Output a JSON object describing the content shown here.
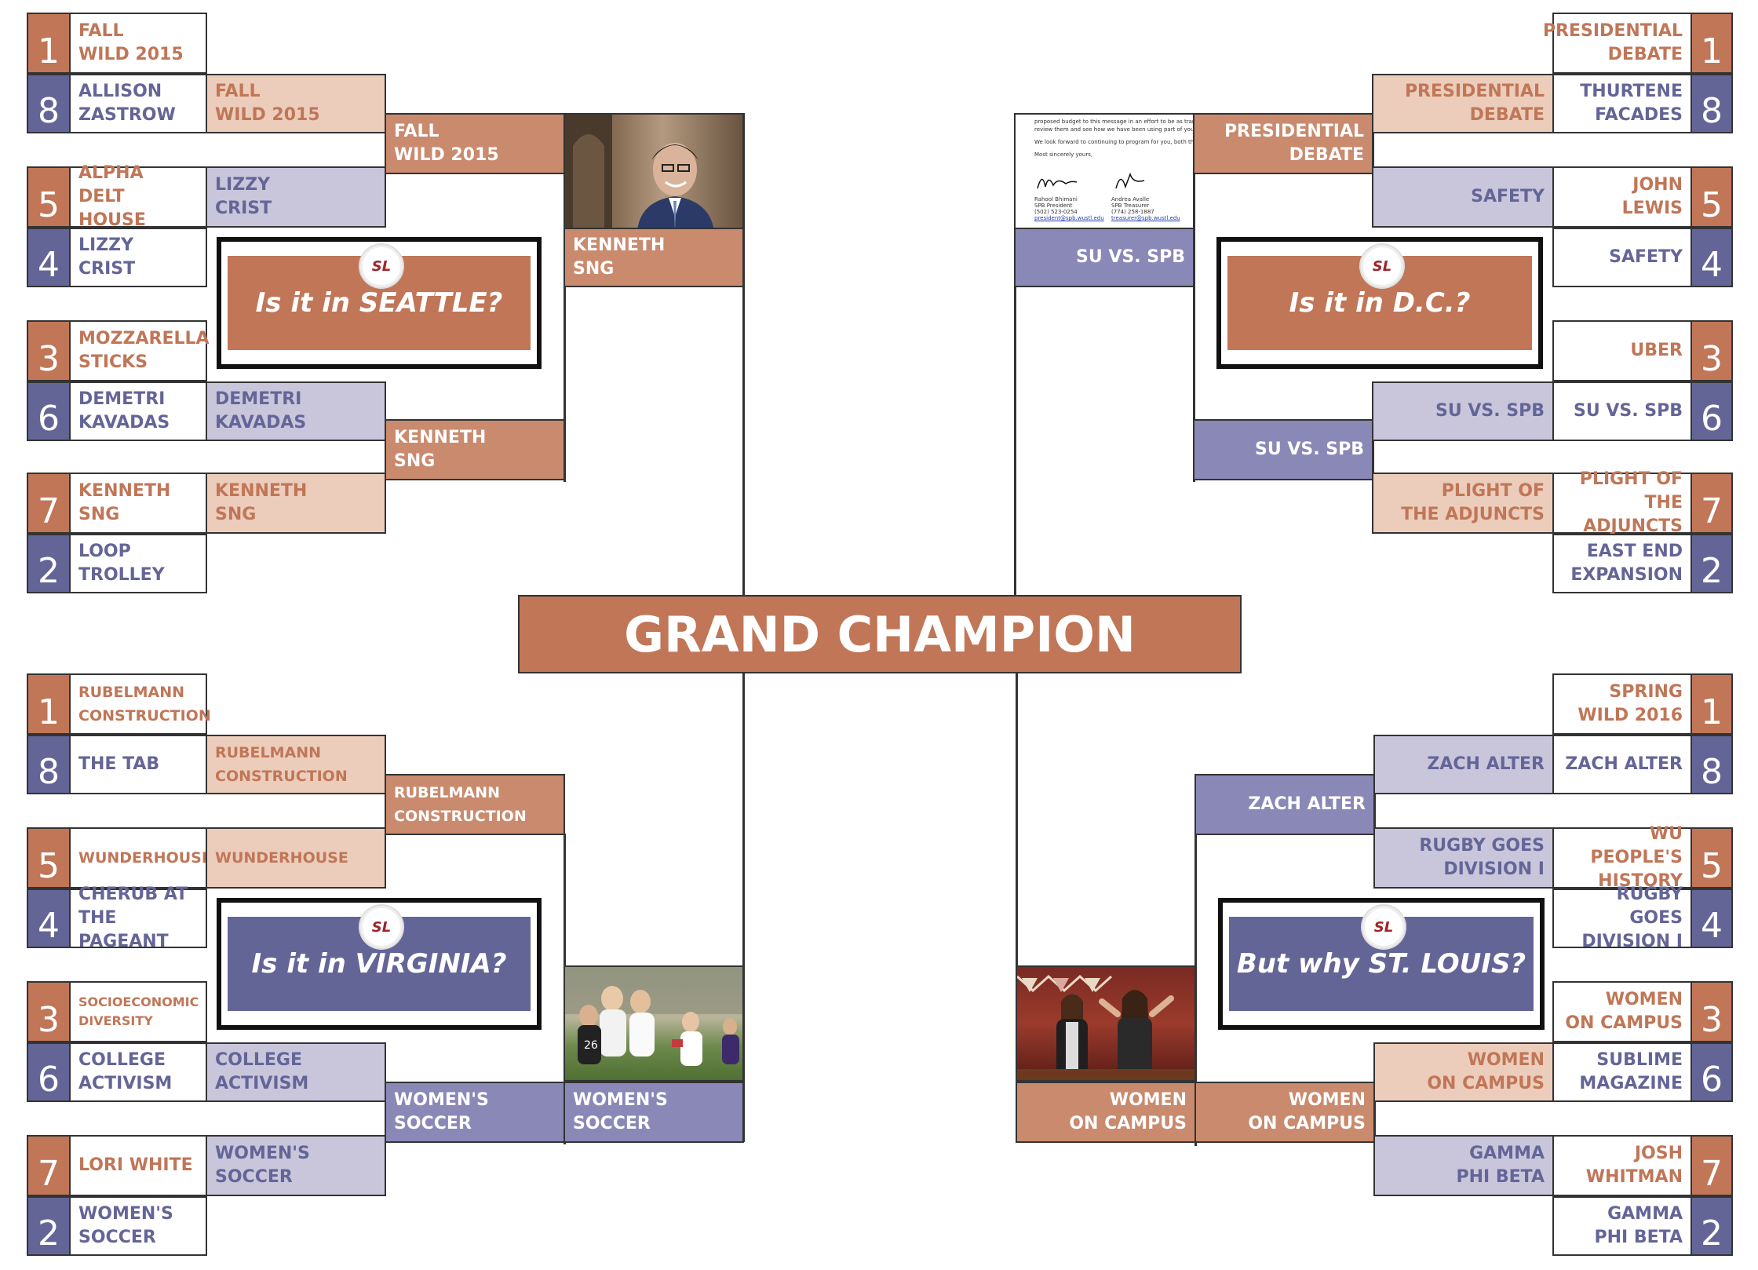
{
  "title": "GRAND CHAMPION",
  "badge": "SL",
  "questions": {
    "tl": "Is it in SEATTLE?",
    "tr": "Is it in D.C.?",
    "bl": "Is it in VIRGINIA?",
    "br": "But why ST. LOUIS?"
  },
  "tl": {
    "r1": [
      {
        "seed": "1",
        "l1": "FALL",
        "l2": "WILD 2015"
      },
      {
        "seed": "8",
        "l1": "ALLISON",
        "l2": "ZASTROW"
      },
      {
        "seed": "5",
        "l1": "ALPHA",
        "l2": "DELT HOUSE"
      },
      {
        "seed": "4",
        "l1": "LIZZY",
        "l2": "CRIST"
      },
      {
        "seed": "3",
        "l1": "MOZZARELLA",
        "l2": "STICKS"
      },
      {
        "seed": "6",
        "l1": "DEMETRI",
        "l2": "KAVADAS"
      },
      {
        "seed": "7",
        "l1": "KENNETH",
        "l2": "SNG"
      },
      {
        "seed": "2",
        "l1": "LOOP",
        "l2": "TROLLEY"
      }
    ],
    "r2": [
      {
        "l1": "FALL",
        "l2": "WILD 2015"
      },
      {
        "l1": "LIZZY",
        "l2": "CRIST"
      },
      {
        "l1": "DEMETRI",
        "l2": "KAVADAS"
      },
      {
        "l1": "KENNETH",
        "l2": "SNG"
      }
    ],
    "r3": [
      {
        "l1": "FALL",
        "l2": "WILD 2015"
      },
      {
        "l1": "KENNETH",
        "l2": "SNG"
      }
    ],
    "r4": {
      "l1": "KENNETH",
      "l2": "SNG"
    }
  },
  "tr": {
    "r1": [
      {
        "seed": "1",
        "l1": "PRESIDENTIAL",
        "l2": "DEBATE"
      },
      {
        "seed": "8",
        "l1": "THURTENE",
        "l2": "FACADES"
      },
      {
        "seed": "5",
        "l1": "JOHN",
        "l2": "LEWIS"
      },
      {
        "seed": "4",
        "l1": "SAFETY",
        "l2": ""
      },
      {
        "seed": "3",
        "l1": "UBER",
        "l2": ""
      },
      {
        "seed": "6",
        "l1": "SU VS. SPB",
        "l2": ""
      },
      {
        "seed": "7",
        "l1": "PLIGHT OF",
        "l2": "THE ADJUNCTS"
      },
      {
        "seed": "2",
        "l1": "EAST END",
        "l2": "EXPANSION"
      }
    ],
    "r2": [
      {
        "l1": "PRESIDENTIAL",
        "l2": "DEBATE"
      },
      {
        "l1": "SAFETY",
        "l2": ""
      },
      {
        "l1": "SU VS. SPB",
        "l2": ""
      },
      {
        "l1": "PLIGHT OF",
        "l2": "THE ADJUNCTS"
      }
    ],
    "r3": [
      {
        "l1": "PRESIDENTIAL",
        "l2": "DEBATE"
      },
      {
        "l1": "SU VS. SPB",
        "l2": ""
      }
    ],
    "r4": {
      "l1": "SU VS. SPB",
      "l2": ""
    }
  },
  "bl": {
    "r1": [
      {
        "seed": "1",
        "l1": "RUBELMANN",
        "l2": "CONSTRUCTION"
      },
      {
        "seed": "8",
        "l1": "THE TAB",
        "l2": ""
      },
      {
        "seed": "5",
        "l1": "WUNDERHOUSE",
        "l2": ""
      },
      {
        "seed": "4",
        "l1": "CHERUB AT",
        "l2": "THE PAGEANT"
      },
      {
        "seed": "3",
        "l1": "SOCIOECONOMIC",
        "l2": "DIVERSITY"
      },
      {
        "seed": "6",
        "l1": "COLLEGE",
        "l2": "ACTIVISM"
      },
      {
        "seed": "7",
        "l1": "LORI WHITE",
        "l2": ""
      },
      {
        "seed": "2",
        "l1": "WOMEN'S",
        "l2": "SOCCER"
      }
    ],
    "r2": [
      {
        "l1": "RUBELMANN",
        "l2": "CONSTRUCTION"
      },
      {
        "l1": "WUNDERHOUSE",
        "l2": ""
      },
      {
        "l1": "COLLEGE",
        "l2": "ACTIVISM"
      },
      {
        "l1": "WOMEN'S",
        "l2": "SOCCER"
      }
    ],
    "r3": [
      {
        "l1": "RUBELMANN",
        "l2": "CONSTRUCTION"
      },
      {
        "l1": "WOMEN'S",
        "l2": "SOCCER"
      }
    ],
    "r4": {
      "l1": "WOMEN'S",
      "l2": "SOCCER"
    }
  },
  "br": {
    "r1": [
      {
        "seed": "1",
        "l1": "SPRING",
        "l2": "WILD 2016"
      },
      {
        "seed": "8",
        "l1": "ZACH ALTER",
        "l2": ""
      },
      {
        "seed": "5",
        "l1": "WU PEOPLE'S",
        "l2": "HISTORY"
      },
      {
        "seed": "4",
        "l1": "RUGBY GOES",
        "l2": "DIVISION I"
      },
      {
        "seed": "3",
        "l1": "WOMEN",
        "l2": "ON CAMPUS"
      },
      {
        "seed": "6",
        "l1": "SUBLIME",
        "l2": "MAGAZINE"
      },
      {
        "seed": "7",
        "l1": "JOSH",
        "l2": "WHITMAN"
      },
      {
        "seed": "2",
        "l1": "GAMMA",
        "l2": "PHI BETA"
      }
    ],
    "r2": [
      {
        "l1": "ZACH ALTER",
        "l2": ""
      },
      {
        "l1": "RUGBY GOES",
        "l2": "DIVISION I"
      },
      {
        "l1": "WOMEN",
        "l2": "ON CAMPUS"
      },
      {
        "l1": "GAMMA",
        "l2": "PHI BETA"
      }
    ],
    "r3": [
      {
        "l1": "ZACH ALTER",
        "l2": ""
      },
      {
        "l1": "WOMEN",
        "l2": "ON CAMPUS"
      }
    ],
    "r4": {
      "l1": "WOMEN",
      "l2": "ON CAMPUS"
    }
  },
  "letter": {
    "line1": "proposed budget to this message in an effort to be as transpar",
    "line2": "review them and see how we have been using part of your Stu",
    "line3": "We look forward to continuing to program for you, both this yea",
    "line4": "Most sincerely yours,",
    "sig1_name": "Rahool Bhimani",
    "sig1_role": "SPB President",
    "sig1_phone": "(502) 523-0254",
    "sig1_mail": "president@spb.wustl.edu",
    "sig2_name": "Andrea Avalle",
    "sig2_role": "SPB Treasurer",
    "sig2_phone": "(774) 258-1887",
    "sig2_mail": "treasurer@spb.wustl.edu"
  },
  "colors": {
    "orange": "#c07657",
    "orange_mid": "#c98a6e",
    "orange_light": "#eccdbb",
    "purple": "#646597",
    "purple_mid": "#8a88b7",
    "purple_light": "#c9c6dc"
  }
}
